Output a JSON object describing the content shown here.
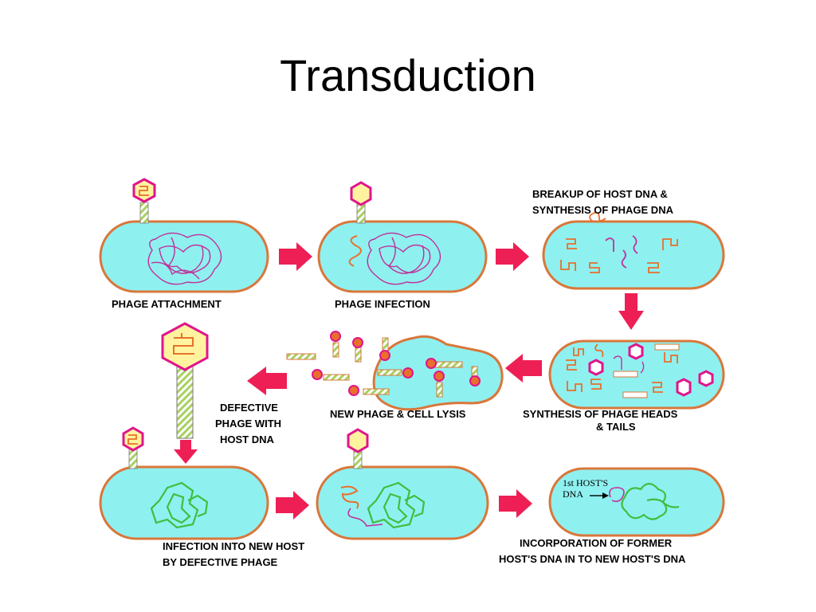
{
  "title": "Transduction",
  "captions": {
    "phage_attachment": "PHAGE ATTACHMENT",
    "phage_infection": "PHAGE INFECTION",
    "breakup_line1": "BREAKUP OF HOST DNA &",
    "breakup_line2": "SYNTHESIS OF PHAGE DNA",
    "synthesis_line1": "SYNTHESIS OF PHAGE HEADS",
    "synthesis_line2": "& TAILS",
    "lysis": "NEW PHAGE & CELL LYSIS",
    "defective_line1": "DEFECTIVE",
    "defective_line2": "PHAGE WITH",
    "defective_line3": "HOST DNA",
    "infection_line1": "INFECTION INTO NEW HOST",
    "infection_line2": "BY DEFECTIVE PHAGE",
    "incorporation_line1": "INCORPORATION OF FORMER",
    "incorporation_line2": "HOST'S DNA IN TO NEW HOST'S DNA",
    "host_dna_line1": "1st HOST'S",
    "host_dna_line2": "DNA"
  },
  "colors": {
    "cell_fill": "#8ff0f0",
    "cell_stroke": "#d9773a",
    "arrow": "#ee1f55",
    "head_magenta": "#e0158c",
    "head_yellow": "#fff3a0",
    "dna_host": "#c0309a",
    "dna_phage": "#e8702a",
    "dna_green": "#3ebf3e",
    "tail_stripe": "#a8d060"
  }
}
